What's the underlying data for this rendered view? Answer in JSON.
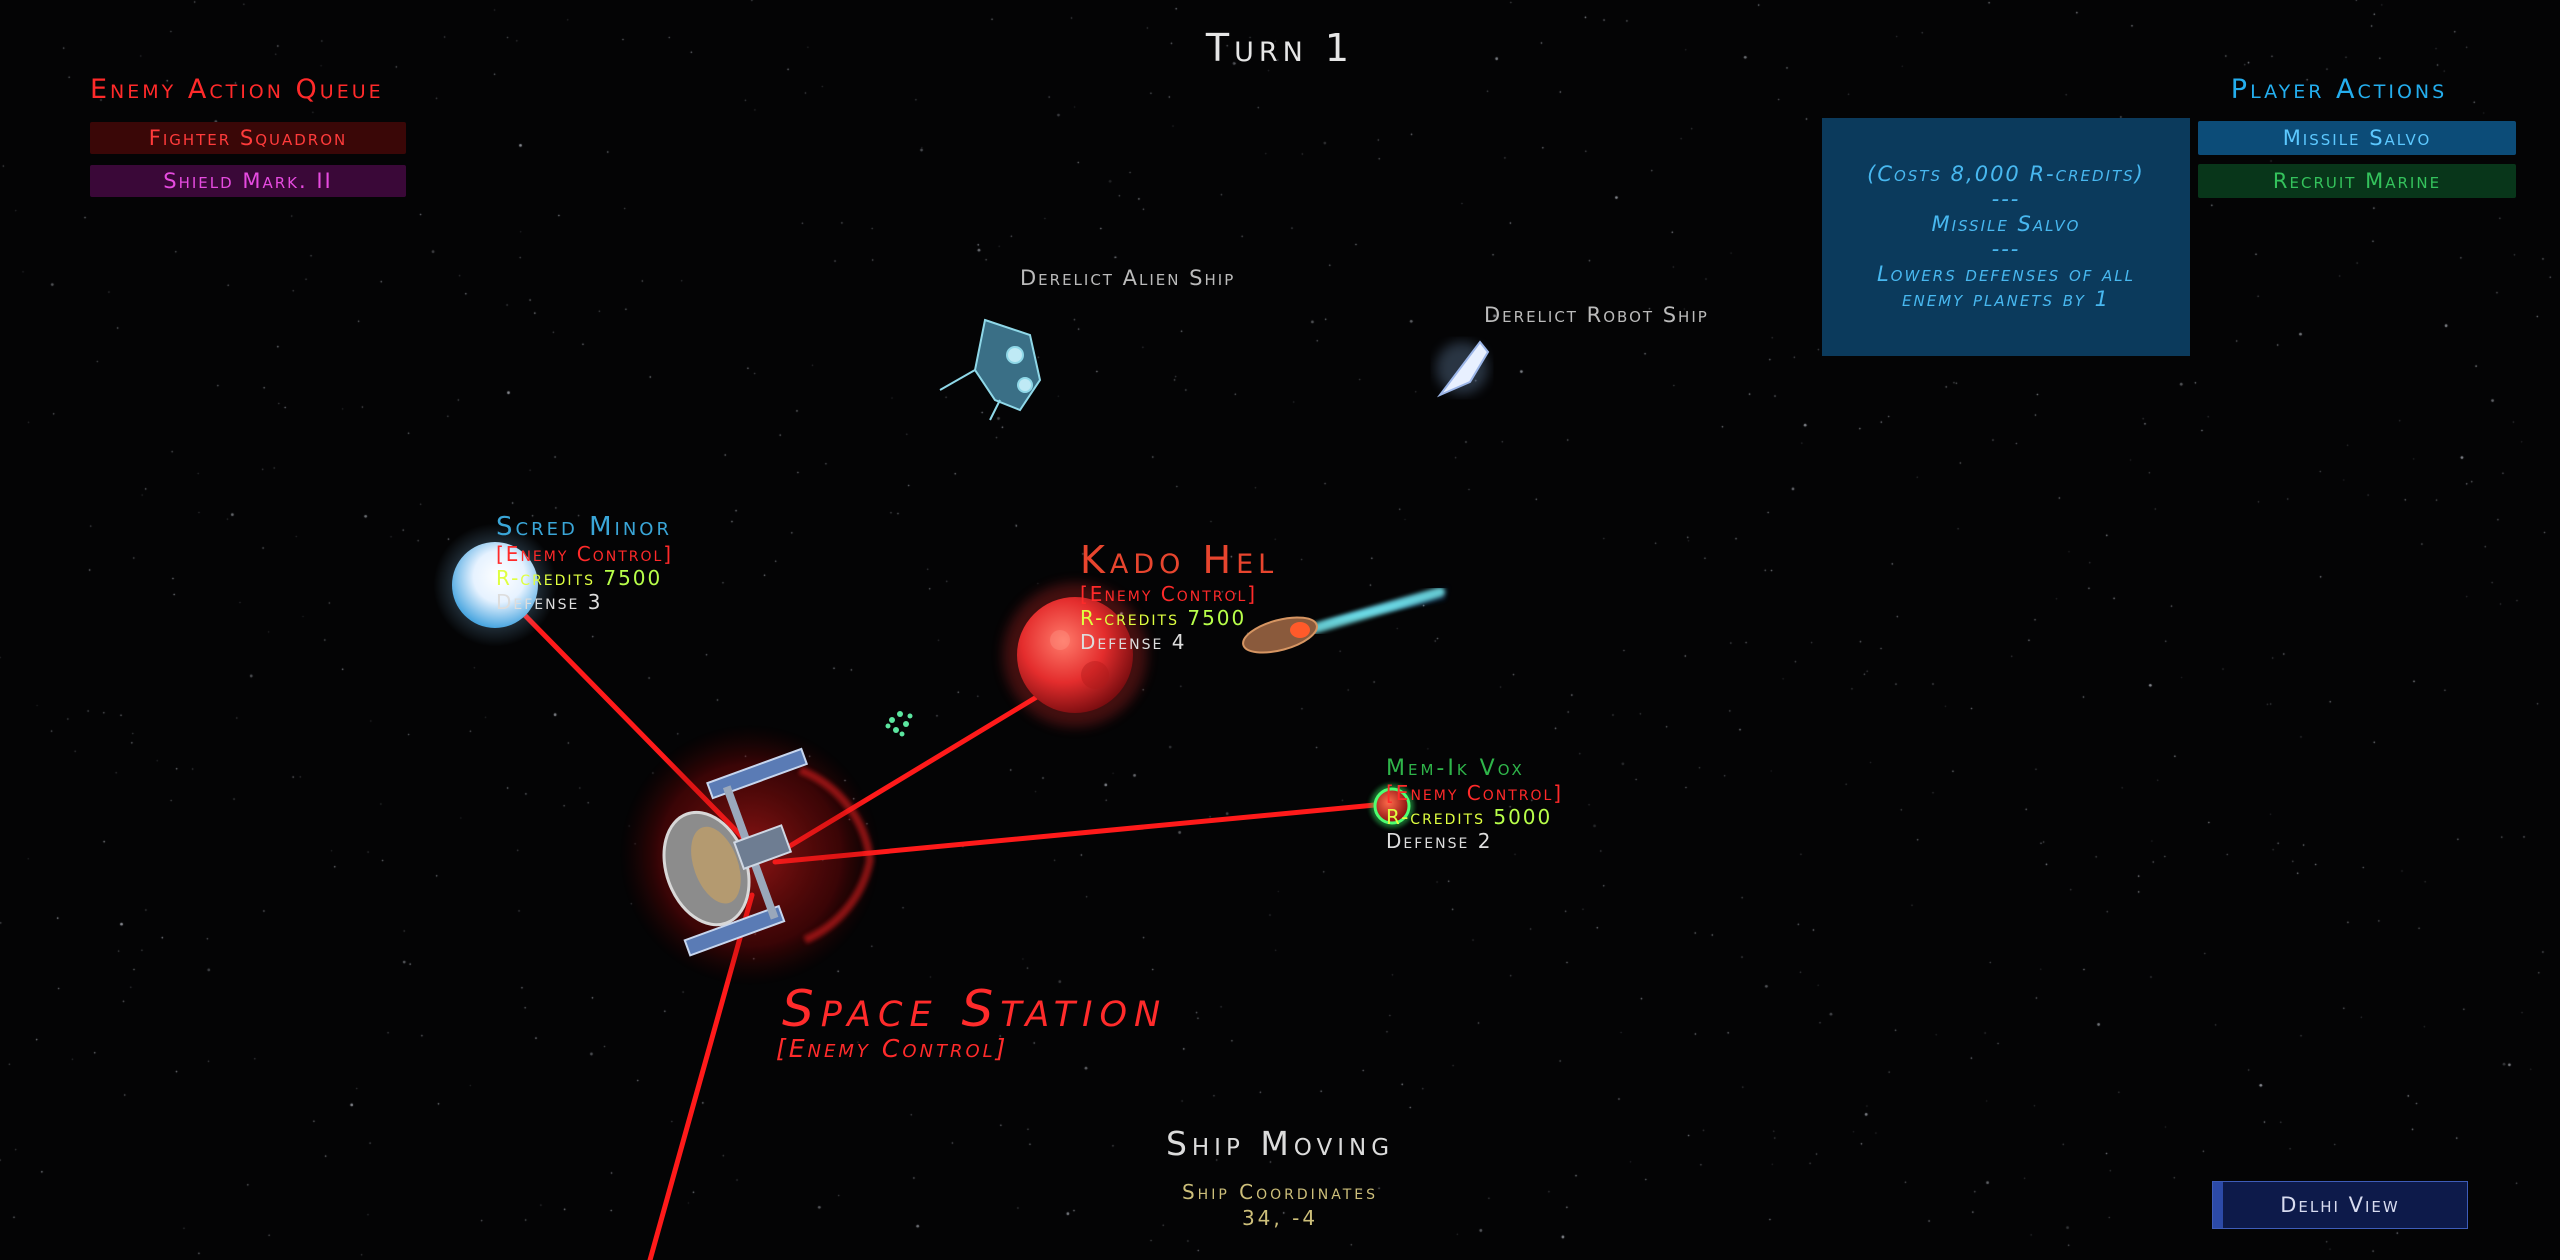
{
  "turn": {
    "label": "Turn 1"
  },
  "enemy_queue": {
    "title": "Enemy Action Queue",
    "items": [
      "Fighter Squadron",
      "Shield Mark. II"
    ]
  },
  "player_actions": {
    "title": "Player Actions",
    "buttons": [
      "Missile Salvo",
      "Recruit Marine"
    ],
    "tooltip": {
      "cost": "(Costs 8,000 R-credits)",
      "sep1": "---",
      "name": "Missile Salvo",
      "sep2": "---",
      "desc_line1": "Lowers defenses of all",
      "desc_line2": "enemy planets by 1"
    }
  },
  "derelicts": [
    "Derelict Alien Ship",
    "Derelict Robot Ship"
  ],
  "planets": {
    "scred": {
      "name": "Scred Minor",
      "tag": "[Enemy Control]",
      "credits_label": "R-credits",
      "credits": "7500",
      "defense": "Defense 3",
      "color": "#3aa6d8"
    },
    "kado": {
      "name": "Kado Hel",
      "tag": "[Enemy Control]",
      "credits_label": "R-credits",
      "credits": "7500",
      "defense": "Defense 4",
      "color": "#e8452e"
    },
    "mem": {
      "name": "Mem-Ik Vox",
      "tag": "[Enemy Control]",
      "credits_label": "R-credits",
      "credits": "5000",
      "defense": "Defense 2",
      "color": "#2fb54a"
    }
  },
  "station": {
    "name": "Space Station",
    "tag": "[Enemy Control]"
  },
  "status": {
    "title": "Ship Moving",
    "coords_label": "Ship Coordinates",
    "coords": "34, -4"
  },
  "view_button": "Delhi View"
}
